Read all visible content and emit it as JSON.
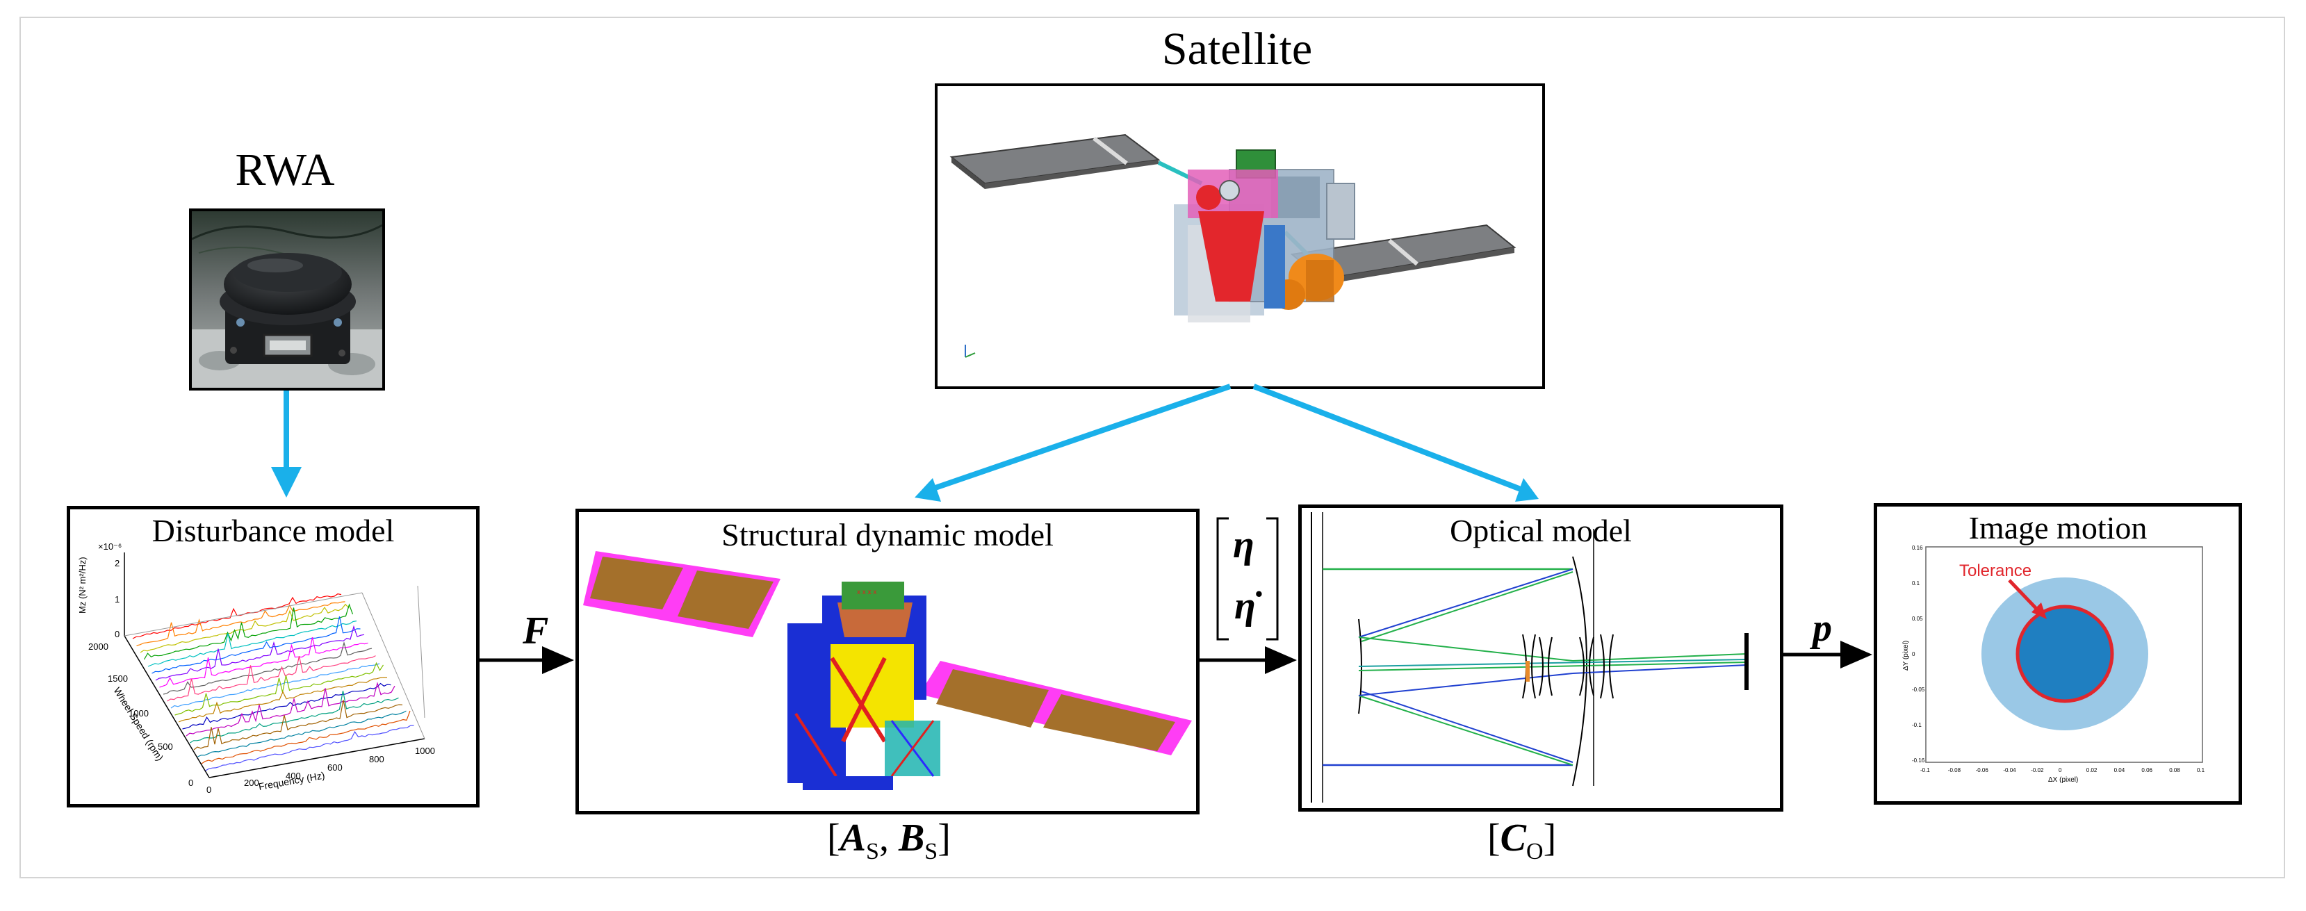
{
  "labels": {
    "satellite": "Satellite",
    "rwa": "RWA",
    "disturbance_model": "Disturbance model",
    "structural_model": "Structural dynamic model",
    "optical_model": "Optical model",
    "image_motion": "Image motion",
    "tolerance": "Tolerance"
  },
  "symbols": {
    "F": "F",
    "p": "p",
    "eta": "η",
    "eta_dot": "η̇",
    "As_Bs_open": "[",
    "A": "A",
    "s1": "S",
    "comma": ", ",
    "B": "B",
    "s2": "S",
    "close": "]",
    "Co_open": "[",
    "C": "C",
    "o": "O",
    "Co_close": "]"
  },
  "disturbance_axes": {
    "z_label": "Mz (N² m²/Hz)",
    "y_label": "Wheel Speed (rpm)",
    "x_label": "Frequency (Hz)",
    "exponent": "×10⁻⁶",
    "z_ticks": [
      "2",
      "1",
      "0"
    ],
    "y_ticks": [
      "2000",
      "1500",
      "1000",
      "500",
      "0"
    ],
    "x_ticks": [
      "0",
      "200",
      "400",
      "600",
      "800",
      "1000"
    ]
  },
  "motion_axes": {
    "x_label": "ΔX (pixel)",
    "y_label": "ΔY (pixel)",
    "x_ticks": [
      "-0.1",
      "-0.08",
      "-0.06",
      "-0.04",
      "-0.02",
      "0",
      "0.02",
      "0.04",
      "0.06",
      "0.08",
      "0.1"
    ],
    "y_ticks": [
      "0.16",
      "0.1",
      "0.05",
      "0",
      "-0.05",
      "-0.1",
      "-0.16"
    ]
  },
  "colors": {
    "arrow_blue": "#1ab0ea",
    "tolerance_red": "#e1262c",
    "scatter_blue": "#1f7fc1",
    "panel_brown": "#a4702b",
    "panel_magenta": "#ff3df5"
  }
}
